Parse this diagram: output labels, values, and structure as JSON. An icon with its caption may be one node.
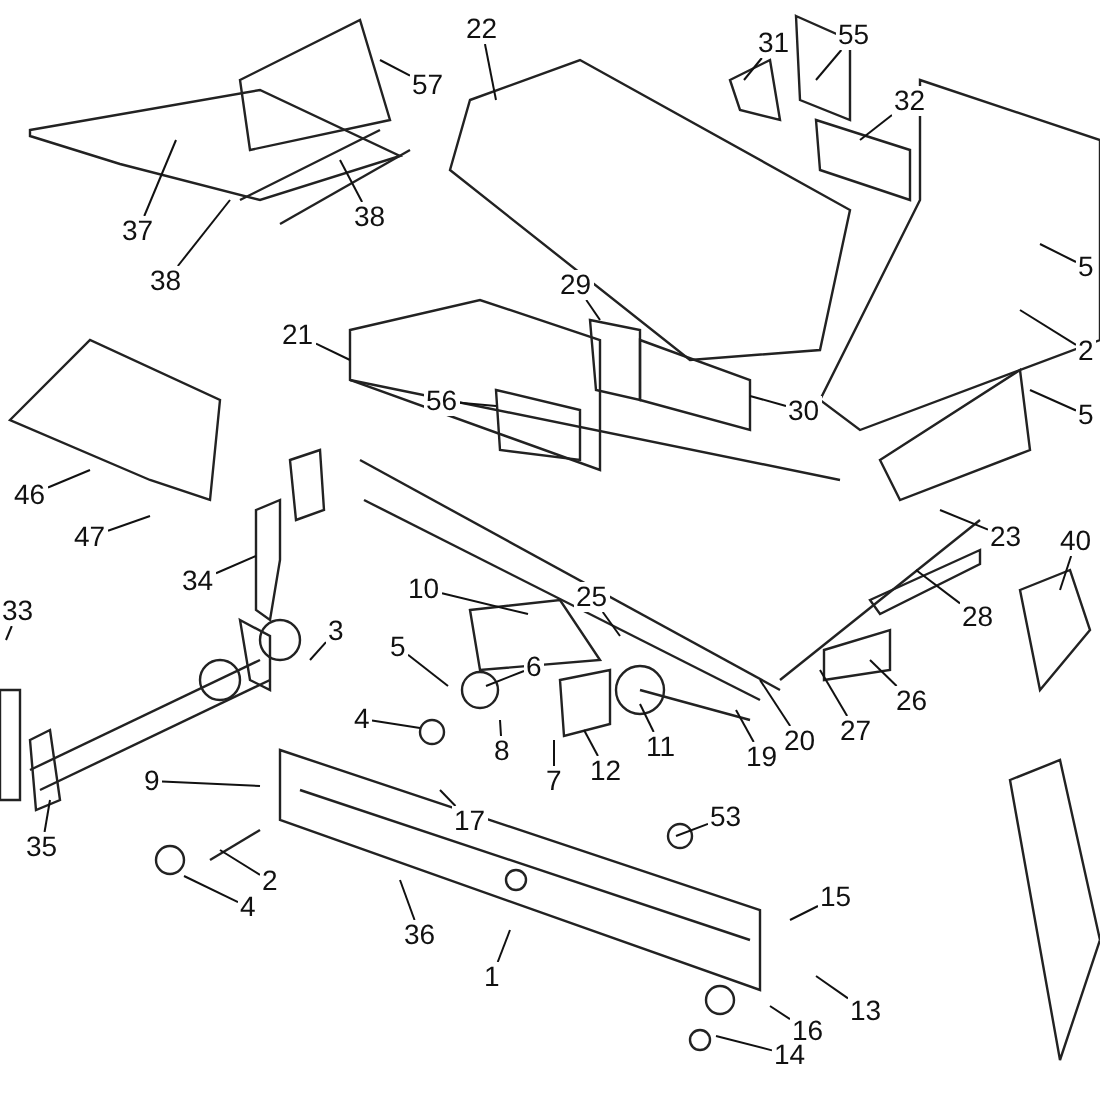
{
  "diagram": {
    "nodes": [
      {
        "text": [
          "57"
        ]
      },
      {
        "text": [
          "22"
        ]
      },
      {
        "text": [
          "31"
        ]
      },
      {
        "text": [
          "55"
        ]
      },
      {
        "text": [
          "32"
        ]
      },
      {
        "text": [
          "37"
        ]
      },
      {
        "text": [
          "38"
        ]
      },
      {
        "text": [
          "38"
        ]
      },
      {
        "text": [
          "5"
        ]
      },
      {
        "text": [
          "29"
        ]
      },
      {
        "text": [
          "2"
        ]
      },
      {
        "text": [
          "21"
        ]
      },
      {
        "text": [
          "56"
        ]
      },
      {
        "text": [
          "30"
        ]
      },
      {
        "text": [
          "5"
        ]
      },
      {
        "text": [
          "46"
        ]
      },
      {
        "text": [
          "47"
        ]
      },
      {
        "text": [
          "23"
        ]
      },
      {
        "text": [
          "40"
        ]
      },
      {
        "text": [
          "34"
        ]
      },
      {
        "text": [
          "28"
        ]
      },
      {
        "text": [
          "33"
        ]
      },
      {
        "text": [
          "25"
        ]
      },
      {
        "text": [
          "10"
        ]
      },
      {
        "text": [
          "3"
        ]
      },
      {
        "text": [
          "6"
        ]
      },
      {
        "text": [
          "5"
        ]
      },
      {
        "text": [
          "4"
        ]
      },
      {
        "text": [
          "26"
        ]
      },
      {
        "text": [
          "27"
        ]
      },
      {
        "text": [
          "11"
        ]
      },
      {
        "text": [
          "20"
        ]
      },
      {
        "text": [
          "8"
        ]
      },
      {
        "text": [
          "12"
        ]
      },
      {
        "text": [
          "19"
        ]
      },
      {
        "text": [
          "9"
        ]
      },
      {
        "text": [
          "7"
        ]
      },
      {
        "text": [
          "17"
        ]
      },
      {
        "text": [
          "53"
        ]
      },
      {
        "text": [
          "35"
        ]
      },
      {
        "text": [
          "2"
        ]
      },
      {
        "text": [
          "15"
        ]
      },
      {
        "text": [
          "4"
        ]
      },
      {
        "text": [
          "36"
        ]
      },
      {
        "text": [
          "1"
        ]
      },
      {
        "text": [
          "13"
        ]
      },
      {
        "text": [
          "16"
        ]
      },
      {
        "text": [
          "14"
        ]
      }
    ],
    "edges": [
      {
        "from": 0,
        "to": null,
        "arrow": "none"
      },
      {
        "from": 1,
        "to": null,
        "arrow": "none"
      },
      {
        "from": 2,
        "to": null,
        "arrow": "none"
      },
      {
        "from": 3,
        "to": null,
        "arrow": "none"
      },
      {
        "from": 4,
        "to": null,
        "arrow": "none"
      },
      {
        "from": 5,
        "to": null,
        "arrow": "none"
      },
      {
        "from": 6,
        "to": null,
        "arrow": "none"
      },
      {
        "from": 7,
        "to": null,
        "arrow": "none"
      },
      {
        "from": 8,
        "to": null,
        "arrow": "none"
      },
      {
        "from": 9,
        "to": null,
        "arrow": "none"
      },
      {
        "from": 10,
        "to": null,
        "arrow": "none"
      },
      {
        "from": 11,
        "to": null,
        "arrow": "none"
      },
      {
        "from": 12,
        "to": null,
        "arrow": "none"
      },
      {
        "from": 13,
        "to": null,
        "arrow": "none"
      },
      {
        "from": 14,
        "to": null,
        "arrow": "none"
      },
      {
        "from": 15,
        "to": null,
        "arrow": "none"
      },
      {
        "from": 16,
        "to": null,
        "arrow": "none"
      },
      {
        "from": 17,
        "to": null,
        "arrow": "none"
      },
      {
        "from": 18,
        "to": null,
        "arrow": "none"
      },
      {
        "from": 19,
        "to": null,
        "arrow": "none"
      },
      {
        "from": 20,
        "to": null,
        "arrow": "none"
      },
      {
        "from": 21,
        "to": null,
        "arrow": "none"
      },
      {
        "from": 22,
        "to": null,
        "arrow": "none"
      },
      {
        "from": 23,
        "to": null,
        "arrow": "none"
      },
      {
        "from": 24,
        "to": null,
        "arrow": "none"
      },
      {
        "from": 25,
        "to": null,
        "arrow": "none"
      },
      {
        "from": 26,
        "to": null,
        "arrow": "none"
      },
      {
        "from": 27,
        "to": null,
        "arrow": "none"
      },
      {
        "from": 28,
        "to": null,
        "arrow": "none"
      },
      {
        "from": 29,
        "to": null,
        "arrow": "none"
      },
      {
        "from": 30,
        "to": null,
        "arrow": "none"
      },
      {
        "from": 31,
        "to": null,
        "arrow": "none"
      },
      {
        "from": 32,
        "to": null,
        "arrow": "none"
      },
      {
        "from": 33,
        "to": null,
        "arrow": "none"
      },
      {
        "from": 34,
        "to": null,
        "arrow": "none"
      },
      {
        "from": 35,
        "to": null,
        "arrow": "none"
      },
      {
        "from": 36,
        "to": null,
        "arrow": "none"
      },
      {
        "from": 37,
        "to": null,
        "arrow": "none"
      },
      {
        "from": 38,
        "to": null,
        "arrow": "none"
      },
      {
        "from": 39,
        "to": null,
        "arrow": "none"
      },
      {
        "from": 40,
        "to": null,
        "arrow": "none"
      },
      {
        "from": 41,
        "to": null,
        "arrow": "none"
      },
      {
        "from": 42,
        "to": null,
        "arrow": "none"
      },
      {
        "from": 43,
        "to": null,
        "arrow": "none"
      },
      {
        "from": 44,
        "to": null,
        "arrow": "none"
      },
      {
        "from": 45,
        "to": null,
        "arrow": "none"
      },
      {
        "from": 46,
        "to": null,
        "arrow": "none"
      },
      {
        "from": 47,
        "to": null,
        "arrow": "none"
      }
    ]
  }
}
